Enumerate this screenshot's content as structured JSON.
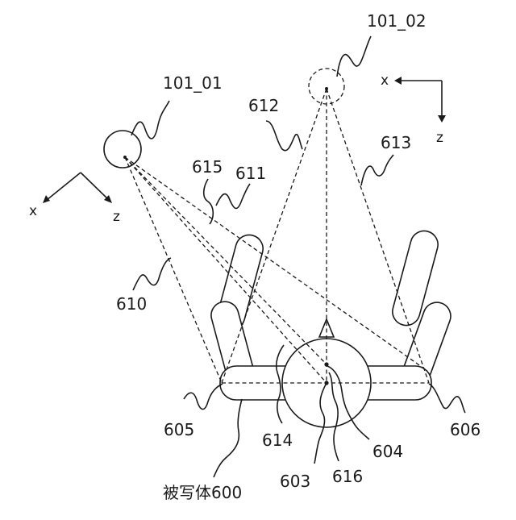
{
  "labels": {
    "camera_1": "101_01",
    "camera_2": "101_02",
    "ref_610": "610",
    "ref_611": "611",
    "ref_612": "612",
    "ref_613": "613",
    "ref_615": "615",
    "ref_605": "605",
    "ref_606": "606",
    "ref_614": "614",
    "ref_603": "603",
    "ref_616": "616",
    "ref_604": "604",
    "subject": "被写体600"
  },
  "axes": {
    "camera_1": {
      "x": "x",
      "z": "z"
    },
    "camera_2": {
      "x": "x",
      "z": "z"
    }
  }
}
